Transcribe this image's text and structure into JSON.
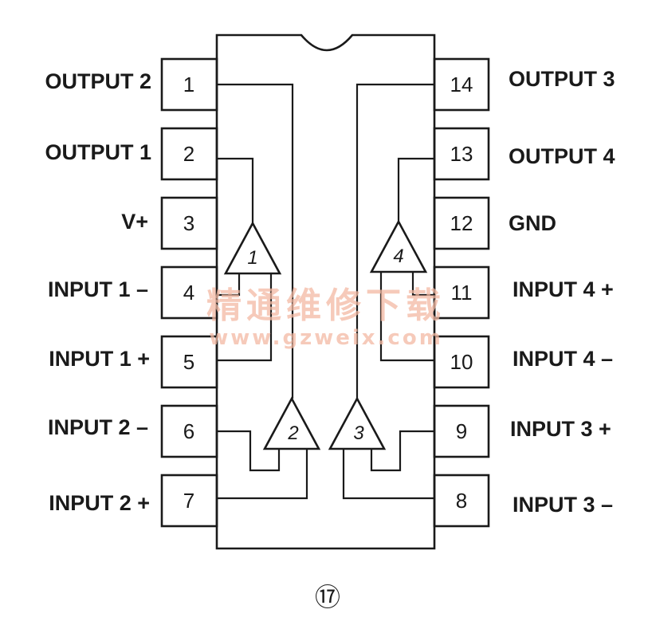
{
  "pins_left": [
    {
      "number": "1",
      "label": "OUTPUT 2"
    },
    {
      "number": "2",
      "label": "OUTPUT 1"
    },
    {
      "number": "3",
      "label": "V+"
    },
    {
      "number": "4",
      "label": "INPUT 1 –"
    },
    {
      "number": "5",
      "label": "INPUT 1 +"
    },
    {
      "number": "6",
      "label": "INPUT 2 –"
    },
    {
      "number": "7",
      "label": "INPUT 2 +"
    }
  ],
  "pins_right": [
    {
      "number": "14",
      "label": "OUTPUT 3"
    },
    {
      "number": "13",
      "label": "OUTPUT 4"
    },
    {
      "number": "12",
      "label": "GND"
    },
    {
      "number": "11",
      "label": "INPUT 4 +"
    },
    {
      "number": "10",
      "label": "INPUT 4 –"
    },
    {
      "number": "9",
      "label": "INPUT 3 +"
    },
    {
      "number": "8",
      "label": "INPUT 3 –"
    }
  ],
  "amplifiers": [
    "1",
    "2",
    "3",
    "4"
  ],
  "watermark": {
    "cn": "精通维修下载",
    "url": "www.gzweix.com"
  },
  "figure_number": "⑰"
}
